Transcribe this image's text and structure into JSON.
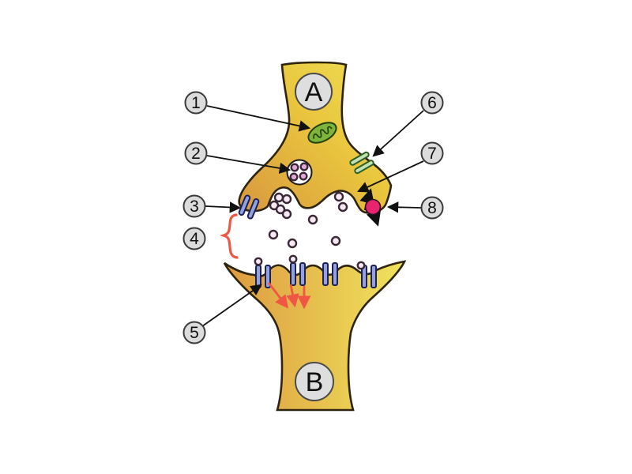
{
  "diagram": {
    "neuron_a": {
      "label": "A"
    },
    "neuron_b": {
      "label": "B"
    },
    "callouts": [
      {
        "number": "1"
      },
      {
        "number": "2"
      },
      {
        "number": "3"
      },
      {
        "number": "4"
      },
      {
        "number": "5"
      },
      {
        "number": "6"
      },
      {
        "number": "7"
      },
      {
        "number": "8"
      }
    ]
  },
  "colors": {
    "membrane_outline": "#2e2410",
    "presynaptic_orange": "#d8973f",
    "presynaptic_mid": "#e9c63e",
    "presynaptic_yellow": "#efe055",
    "postsynaptic_orange": "#dd9a40",
    "postsynaptic_yellow": "#efe45c",
    "mitochondrion_green": "#7db43c",
    "receptor_blue": "#93a2de",
    "channel_green": "#c3e2b4",
    "transporter_pink": "#e8246f",
    "annotation_red": "#ef5744",
    "callout_fill": "#dcdcdc"
  }
}
